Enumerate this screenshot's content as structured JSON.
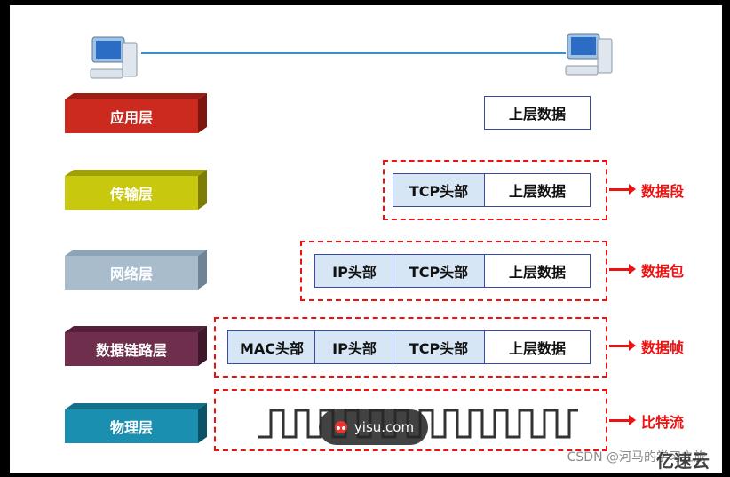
{
  "layers": [
    {
      "label": "应用层",
      "color": "#cc2a1e",
      "top": "#9e1d13",
      "side": "#7d160e"
    },
    {
      "label": "传输层",
      "color": "#c8c80e",
      "top": "#a0a008",
      "side": "#7d7d05"
    },
    {
      "label": "网络层",
      "color": "#a9bccb",
      "top": "#8ea3b3",
      "side": "#6f8494"
    },
    {
      "label": "数据链路层",
      "color": "#6e2e4c",
      "top": "#55213a",
      "side": "#3f172a"
    },
    {
      "label": "物理层",
      "color": "#1a8fb0",
      "top": "#127089",
      "side": "#0c5266"
    }
  ],
  "cells": {
    "upper": "上层数据",
    "tcp": "TCP头部",
    "ip": "IP头部",
    "mac": "MAC头部"
  },
  "pdu": {
    "segment": "数据段",
    "packet": "数据包",
    "frame": "数据帧",
    "bits": "比特流"
  },
  "badge": "yisu.com",
  "watermark": "CSDN @河马的学习之旅",
  "brand": "亿速云"
}
